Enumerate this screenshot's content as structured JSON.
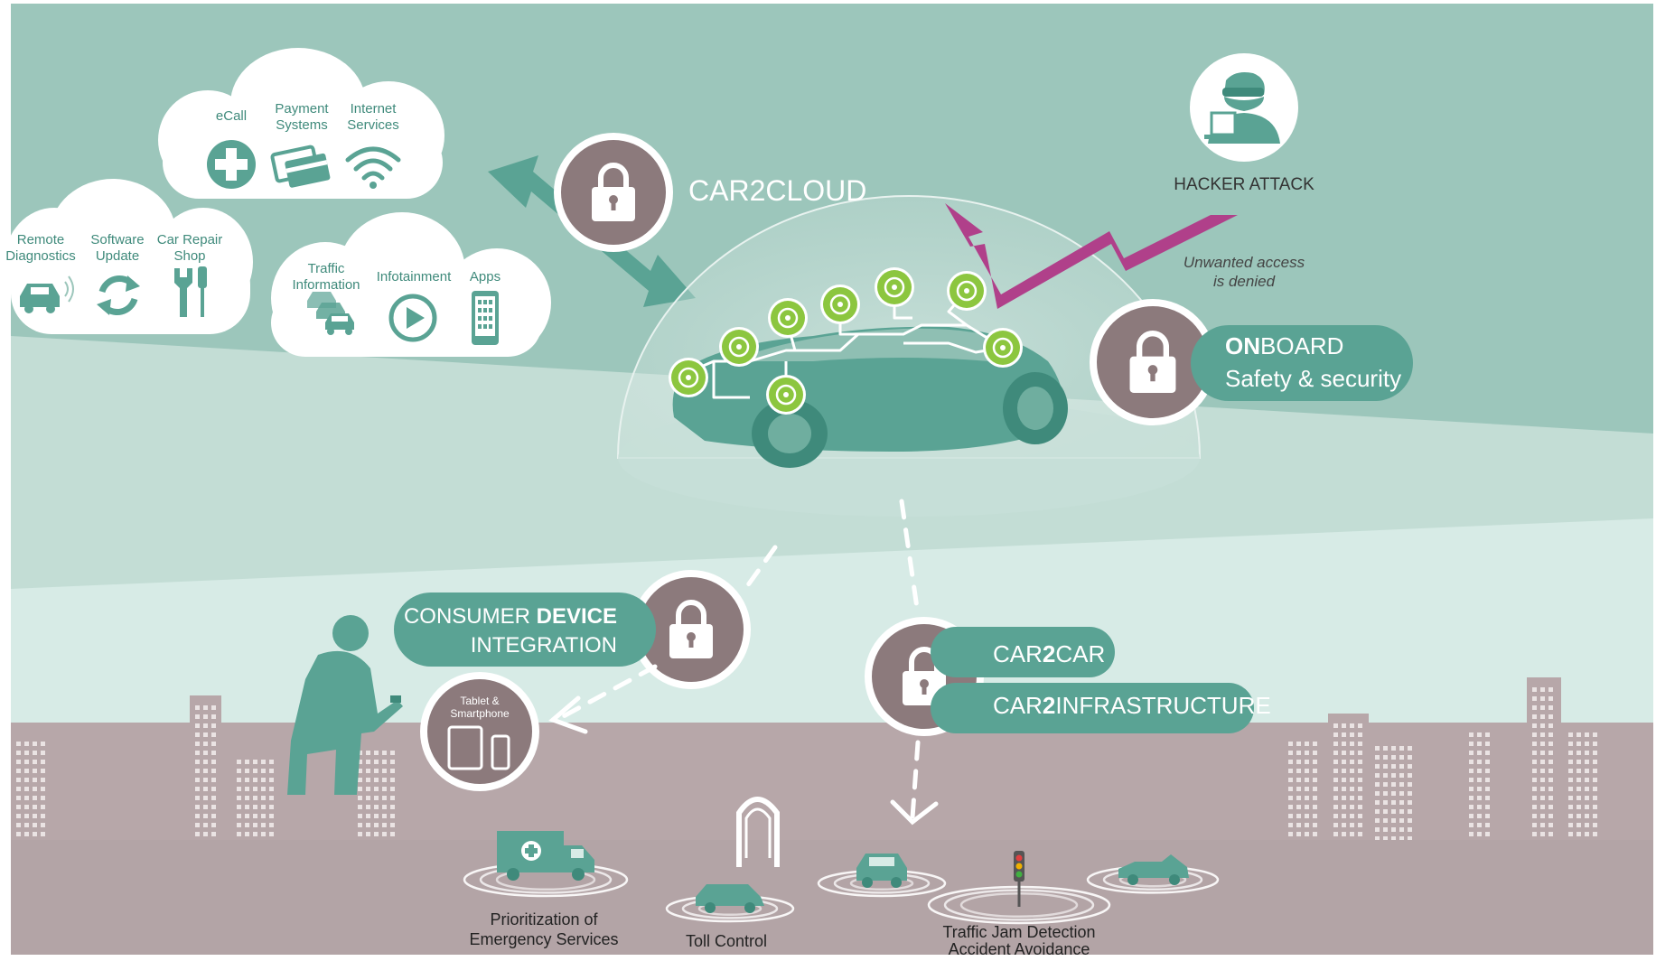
{
  "clouds": {
    "top": {
      "items": [
        {
          "label": [
            "eCall"
          ],
          "icon": "medical-cross-icon"
        },
        {
          "label": [
            "Payment",
            "Systems"
          ],
          "icon": "credit-cards-icon"
        },
        {
          "label": [
            "Internet",
            "Services"
          ],
          "icon": "wifi-icon"
        }
      ]
    },
    "left": {
      "items": [
        {
          "label": [
            "Remote",
            "Diagnostics"
          ],
          "icon": "car-signal-icon"
        },
        {
          "label": [
            "Software",
            "Update"
          ],
          "icon": "refresh-icon"
        },
        {
          "label": [
            "Car Repair",
            "Shop"
          ],
          "icon": "tools-icon"
        }
      ]
    },
    "bottom": {
      "items": [
        {
          "label": [
            "Traffic",
            "Information"
          ],
          "icon": "traffic-cars-icon"
        },
        {
          "label": [
            "Infotainment"
          ],
          "icon": "play-icon"
        },
        {
          "label": [
            "Apps"
          ],
          "icon": "phone-apps-icon"
        }
      ]
    }
  },
  "car2cloud": {
    "label": "CAR2CLOUD"
  },
  "hacker": {
    "label": "HACKER ATTACK",
    "note": [
      "Unwanted access",
      "is denied"
    ]
  },
  "onboard": {
    "bold": "ON",
    "rest": "BOARD",
    "line2": "Safety & security"
  },
  "consumer": {
    "line1_a": "CONSUMER ",
    "line1_b": "DEVICE",
    "line2": "INTEGRATION"
  },
  "device": {
    "label": [
      "Tablet &",
      "Smartphone"
    ]
  },
  "car2car": {
    "a": "CAR",
    "b": "2",
    "c": "CAR"
  },
  "car2infra": {
    "a": "CAR",
    "b": "2",
    "c": "INFRASTRUCTURE"
  },
  "bottom_labels": {
    "emergency": [
      "Prioritization of",
      "Emergency Services"
    ],
    "toll": [
      "Toll Control"
    ],
    "traffic": [
      "Traffic Jam Detection",
      "Accident Avoidance"
    ]
  },
  "colors": {
    "teal": "#5aa394",
    "teal_dark": "#3f8a7b",
    "mauve": "#8c7a7c",
    "lime": "#8cc63f",
    "magenta": "#b0408a",
    "city": "#b8a8aa"
  }
}
